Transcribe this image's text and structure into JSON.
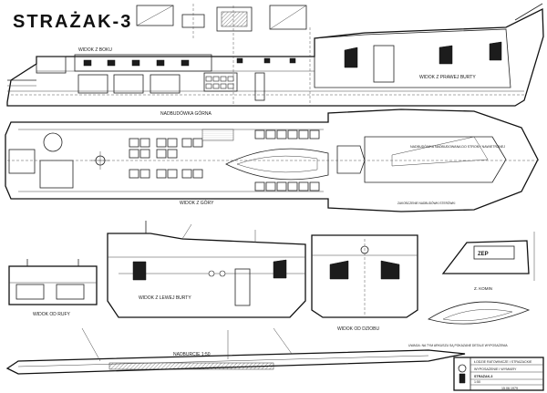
{
  "title": "STRAŻAK-3",
  "views": {
    "side": "WIDOK Z BOKU",
    "right": "WIDOK Z PRAWEJ BURTY",
    "superstructure": "NADBUDÓWKA GÓRNA",
    "top": "WIDOK Z GÓRY",
    "left": "WIDOK Z LEWEJ BURTY",
    "aft": "WIDOK OD RUFY",
    "bow": "WIDOK OD DZIOBU",
    "chimney_top": "KOMIN",
    "chimney_view": "Z. KOMIN",
    "bulwark": "NADBURCIE 1:50"
  },
  "annotations": {
    "foredeck": "NADBUDÓWKA NADBUDOWANA DO STRONY NAWIETRZNEJ",
    "lower_stern": "ZAKOŃCZENIE NADBUDÓWKI STERÓWKI",
    "bottom_note": "UWAGA: NA TYM ARKUSZU SĄ POKAZANE DETALE WYPOSAŻENIA",
    "chimney_label": "ZEP"
  },
  "title_block": {
    "rows": [
      "ŁODZIE RATOWNICZE I STRAŻACKIE",
      "WYPOSAŻENIE I WYMIARY",
      "STRAŻAK-3"
    ],
    "scale": "1:50",
    "date": "15.06.1979"
  }
}
